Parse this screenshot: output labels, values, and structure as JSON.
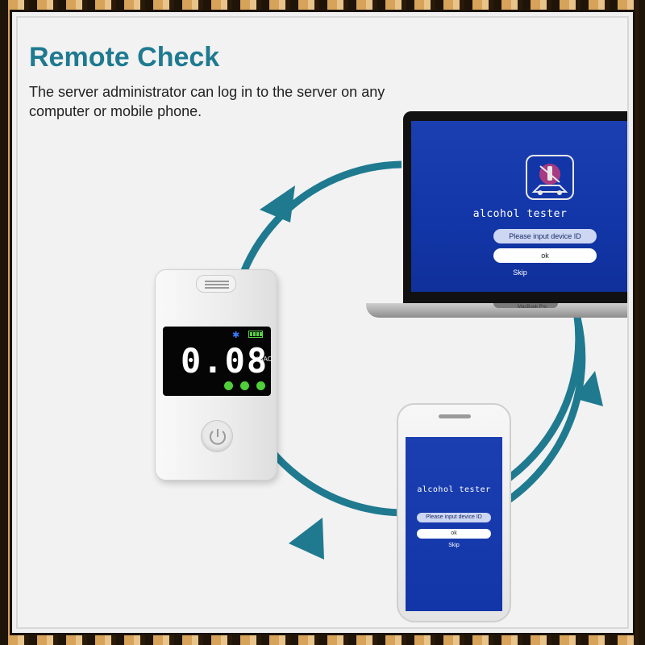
{
  "header": {
    "title": "Remote Check",
    "subtitle": "The server administrator can log in to the server on any computer or mobile phone."
  },
  "laptop": {
    "app_name": "alcohol tester",
    "device_id_placeholder": "Please input device ID",
    "ok_label": "ok",
    "skip_label": "Skip",
    "brand_label": "MacBook Pro"
  },
  "phone": {
    "app_name": "alcohol tester",
    "device_id_placeholder": "Please input device ID",
    "ok_label": "ok",
    "skip_label": "Skip"
  },
  "breathalyzer": {
    "reading": "0.08",
    "unit": "%BAC",
    "bluetooth_icon": "bluetooth-icon",
    "battery_icon": "battery-icon",
    "power_icon": "power-icon"
  },
  "colors": {
    "accent_teal": "#1f7a90",
    "screen_blue": "#1236a8",
    "led_green": "#4fcf3a",
    "bluetooth_blue": "#3a7bff"
  }
}
